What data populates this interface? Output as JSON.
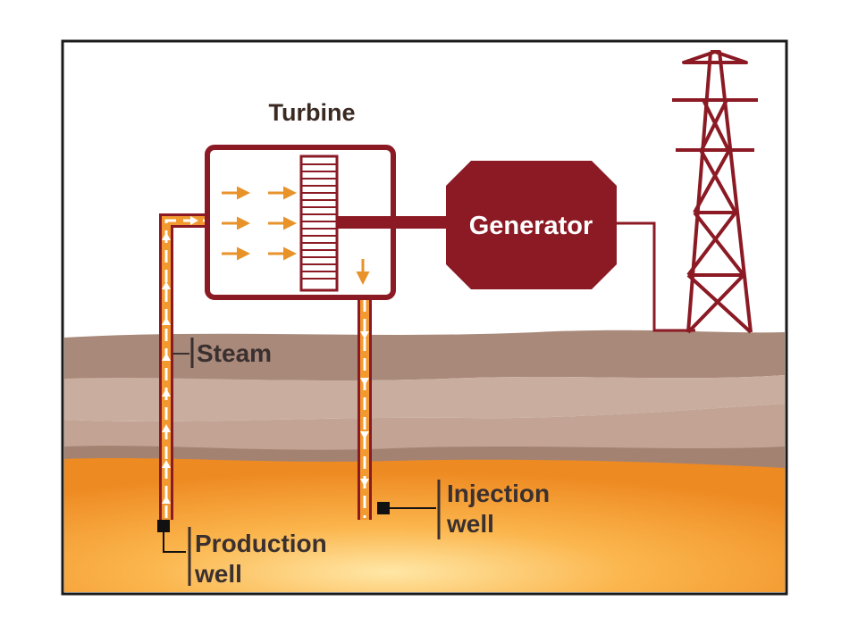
{
  "diagram": {
    "labels": {
      "turbine": "Turbine",
      "generator": "Generator",
      "steam": "Steam",
      "production_well_line1": "Production",
      "production_well_line2": "well",
      "injection_well_line1": "Injection",
      "injection_well_line2": "well"
    },
    "colors": {
      "frame": "#1a1a1a",
      "plant": "#8b1a24",
      "arrows": "#e8922a",
      "rock_dark": "#a9897a",
      "rock_light": "#c9aea0",
      "magma": "#f29a30",
      "magma_glow": "#ffd98a"
    },
    "icons": [
      "transmission-tower-icon",
      "turbine-blades-icon"
    ]
  }
}
